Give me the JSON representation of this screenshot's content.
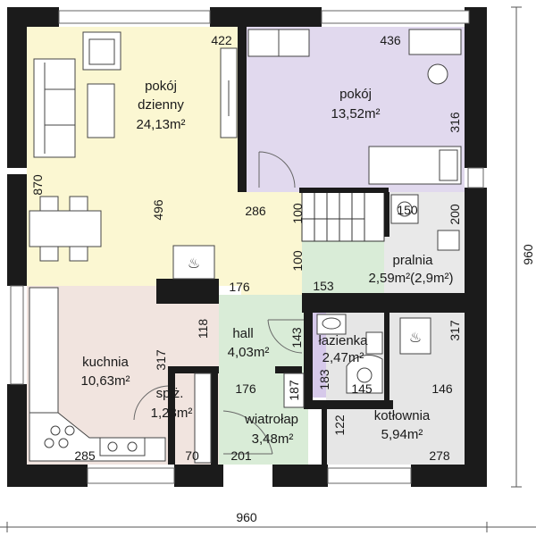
{
  "colors": {
    "wall": "#1b1b1b",
    "living": "#fbf7d2",
    "bedroom": "#e1d9ee",
    "kitchen": "#f1e4df",
    "green": "#d9ecd7",
    "bath": "#d6c9ea",
    "boiler": "#e6e6e6",
    "laundry": "#e9e9e9"
  },
  "rooms": {
    "living_name_1": "pokój",
    "living_name_2": "dzienny",
    "living_area": "24,13m²",
    "bedroom_name": "pokój",
    "bedroom_area": "13,52m²",
    "kitchen_name": "kuchnia",
    "kitchen_area": "10,63m²",
    "hall_name": "hall",
    "hall_area": "4,03m²",
    "pantry_name": "spiż.",
    "pantry_area": "1,23m²",
    "vestibule_name": "wiatrołap",
    "vestibule_area": "3,48m²",
    "bath_name": "łazienka",
    "bath_area": "2,47m²",
    "laundry_name": "pralnia",
    "laundry_area": "2,59m²(2,9m²)",
    "boiler_name": "kotłownia",
    "boiler_area": "5,94m²"
  },
  "dims": {
    "d422": "422",
    "d436": "436",
    "d316": "316",
    "d870": "870",
    "d496": "496",
    "d286": "286",
    "d100a": "100",
    "d100b": "100",
    "d150": "150",
    "d200": "200",
    "d176a": "176",
    "d153": "153",
    "d118": "118",
    "d143": "143",
    "d317a": "317",
    "d317b": "317",
    "d183": "183",
    "d145": "145",
    "d146": "146",
    "d176b": "176",
    "d187": "187",
    "d122": "122",
    "d285": "285",
    "d70": "70",
    "d201": "201",
    "d278": "278",
    "total_width": "960",
    "total_height": "960"
  }
}
